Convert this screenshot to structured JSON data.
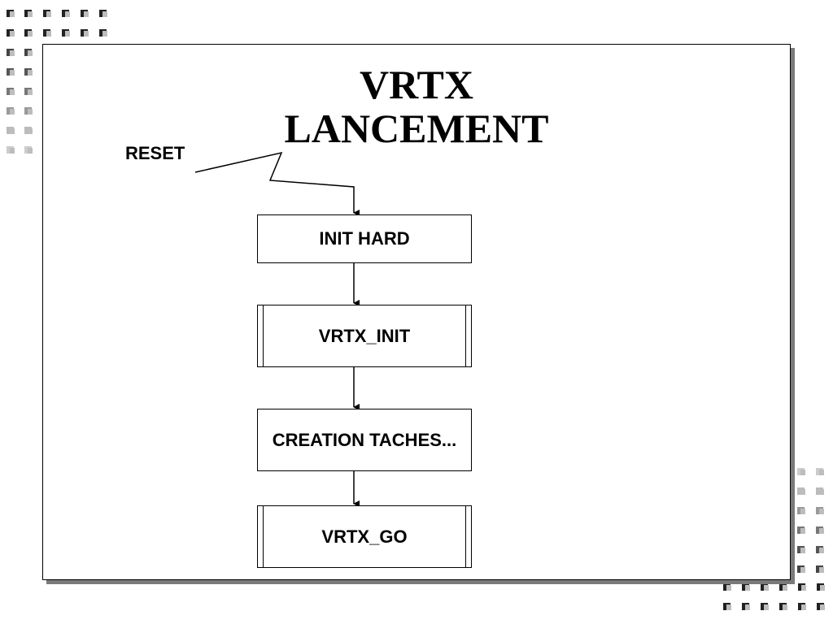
{
  "slide": {
    "title_line1": "VRTX",
    "title_line2": "LANCEMENT",
    "reset_label": "RESET",
    "steps": [
      {
        "label": "INIT HARD",
        "kind": "process"
      },
      {
        "label": "VRTX_INIT",
        "kind": "subroutine"
      },
      {
        "label": "CREATION TACHES...",
        "kind": "process"
      },
      {
        "label": "VRTX_GO",
        "kind": "subroutine"
      }
    ]
  },
  "colors": {
    "background": "#ffffff",
    "ink": "#000000",
    "shadow": "#7a7a7a"
  }
}
